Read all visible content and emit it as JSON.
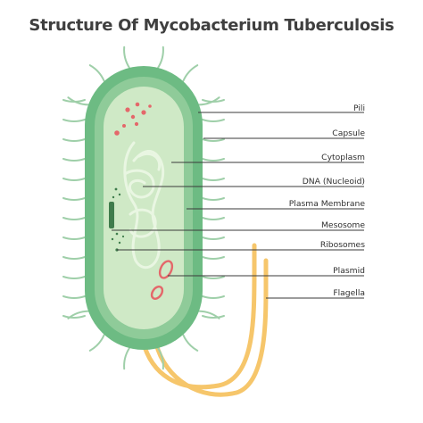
{
  "title": "Structure Of Mycobacterium Tuberculosis",
  "colors": {
    "title": "#3f3f3f",
    "pili": "#9fcfa9",
    "capsule": "#6dbb83",
    "membrane": "#8fcb99",
    "cytoplasm": "#cfe9c6",
    "nucleoid": "#b5dab0",
    "nucleoid_stroke": "#e9f6e2",
    "ribosomes": "#3f7c4c",
    "plasmid": "#e4676a",
    "flagella": "#f6c66b",
    "leader_lines": "#3a3a3a"
  },
  "labels": [
    {
      "text": "Pili",
      "icon": "pili"
    },
    {
      "text": "Capsule",
      "icon": "capsule"
    },
    {
      "text": "Cytoplasm",
      "icon": "cytoplasm"
    },
    {
      "text": "DNA (Nucleoid)",
      "icon": "dna-nucleoid"
    },
    {
      "text": "Plasma Membrane",
      "icon": "plasma-membrane"
    },
    {
      "text": "Mesosome",
      "icon": "mesosome"
    },
    {
      "text": "Ribosomes",
      "icon": "ribosomes"
    },
    {
      "text": "Plasmid",
      "icon": "plasmid"
    },
    {
      "text": "Flagella",
      "icon": "flagella"
    }
  ]
}
